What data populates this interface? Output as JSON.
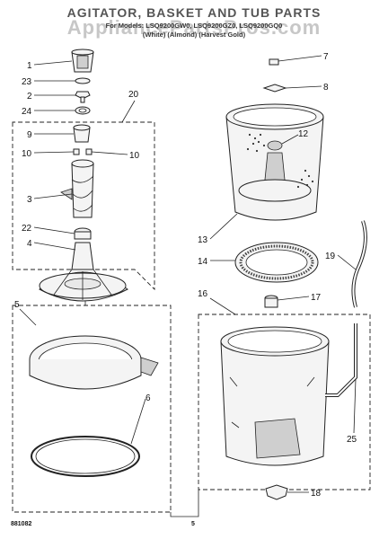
{
  "header": {
    "title": "AGITATOR, BASKET AND TUB PARTS",
    "models": "For Models: LSQ9200GW0, LSQ9200GZ0, LSQ9200GQ0",
    "colors": "(White)   (Almond) (Harvest Gold)",
    "watermark": "AppliancePartsPros.com"
  },
  "footer": {
    "part_number": "881082",
    "page": "5"
  },
  "callouts": [
    "1",
    "23",
    "2",
    "24",
    "20",
    "9",
    "10",
    "10",
    "3",
    "22",
    "4",
    "5",
    "6",
    "7",
    "8",
    "12",
    "13",
    "14",
    "19",
    "16",
    "17",
    "25",
    "18"
  ]
}
